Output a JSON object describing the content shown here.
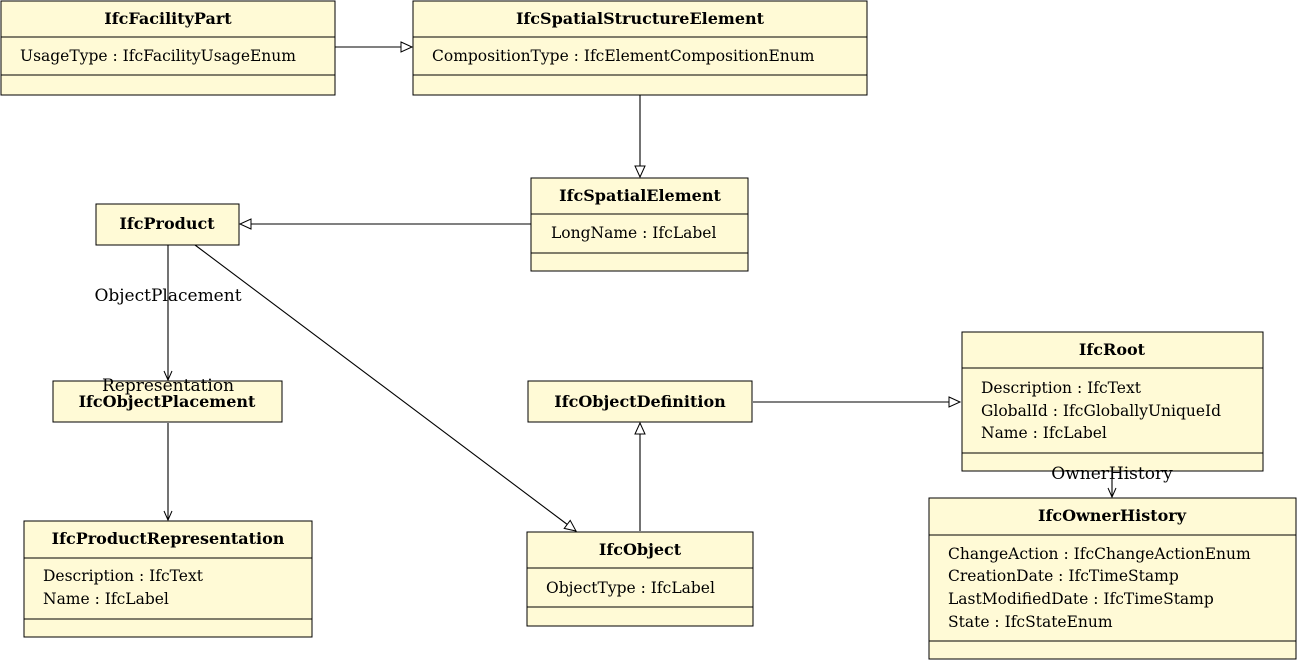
{
  "classes": {
    "facility_part": {
      "name": "IfcFacilityPart",
      "attributes": [
        "UsageType : IfcFacilityUsageEnum"
      ]
    },
    "spatial_structure_element": {
      "name": "IfcSpatialStructureElement",
      "attributes": [
        "CompositionType : IfcElementCompositionEnum"
      ]
    },
    "spatial_element": {
      "name": "IfcSpatialElement",
      "attributes": [
        "LongName : IfcLabel"
      ]
    },
    "product": {
      "name": "IfcProduct"
    },
    "object_placement": {
      "name": "IfcObjectPlacement"
    },
    "product_representation": {
      "name": "IfcProductRepresentation",
      "attributes": [
        "Description : IfcText",
        "Name : IfcLabel"
      ]
    },
    "object_definition": {
      "name": "IfcObjectDefinition"
    },
    "object": {
      "name": "IfcObject",
      "attributes": [
        "ObjectType : IfcLabel"
      ]
    },
    "root": {
      "name": "IfcRoot",
      "attributes": [
        "Description : IfcText",
        "GlobalId : IfcGloballyUniqueId",
        "Name : IfcLabel"
      ]
    },
    "owner_history": {
      "name": "IfcOwnerHistory",
      "attributes": [
        "ChangeAction : IfcChangeActionEnum",
        "CreationDate : IfcTimeStamp",
        "LastModifiedDate : IfcTimeStamp",
        "State : IfcStateEnum"
      ]
    }
  },
  "relations": {
    "object_placement": "ObjectPlacement",
    "representation": "Representation",
    "owner_history": "OwnerHistory"
  }
}
